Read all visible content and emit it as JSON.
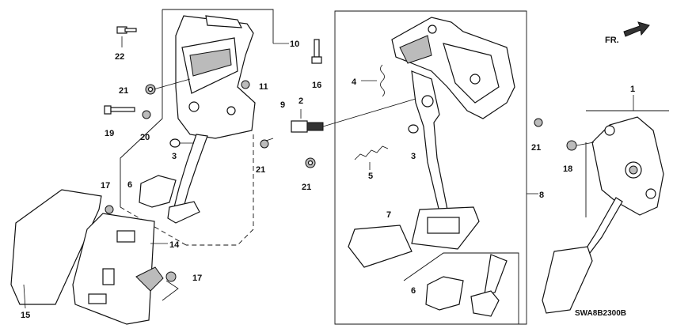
{
  "direction_label": "FR.",
  "diagram_code": "SWA8B2300B",
  "callouts": {
    "c1": "1",
    "c2": "2",
    "c3a": "3",
    "c3b": "3",
    "c4": "4",
    "c5": "5",
    "c6a": "6",
    "c6b": "6",
    "c7": "7",
    "c8": "8",
    "c9": "9",
    "c10": "10",
    "c11": "11",
    "c14": "14",
    "c15": "15",
    "c16": "16",
    "c17a": "17",
    "c17b": "17",
    "c18": "18",
    "c19": "19",
    "c20": "20",
    "c21a": "21",
    "c21b": "21",
    "c21c": "21",
    "c21d": "21",
    "c22": "22"
  },
  "icons": {
    "direction_arrow": "arrow-right-icon"
  },
  "colors": {
    "line": "#111111",
    "background": "#ffffff"
  }
}
